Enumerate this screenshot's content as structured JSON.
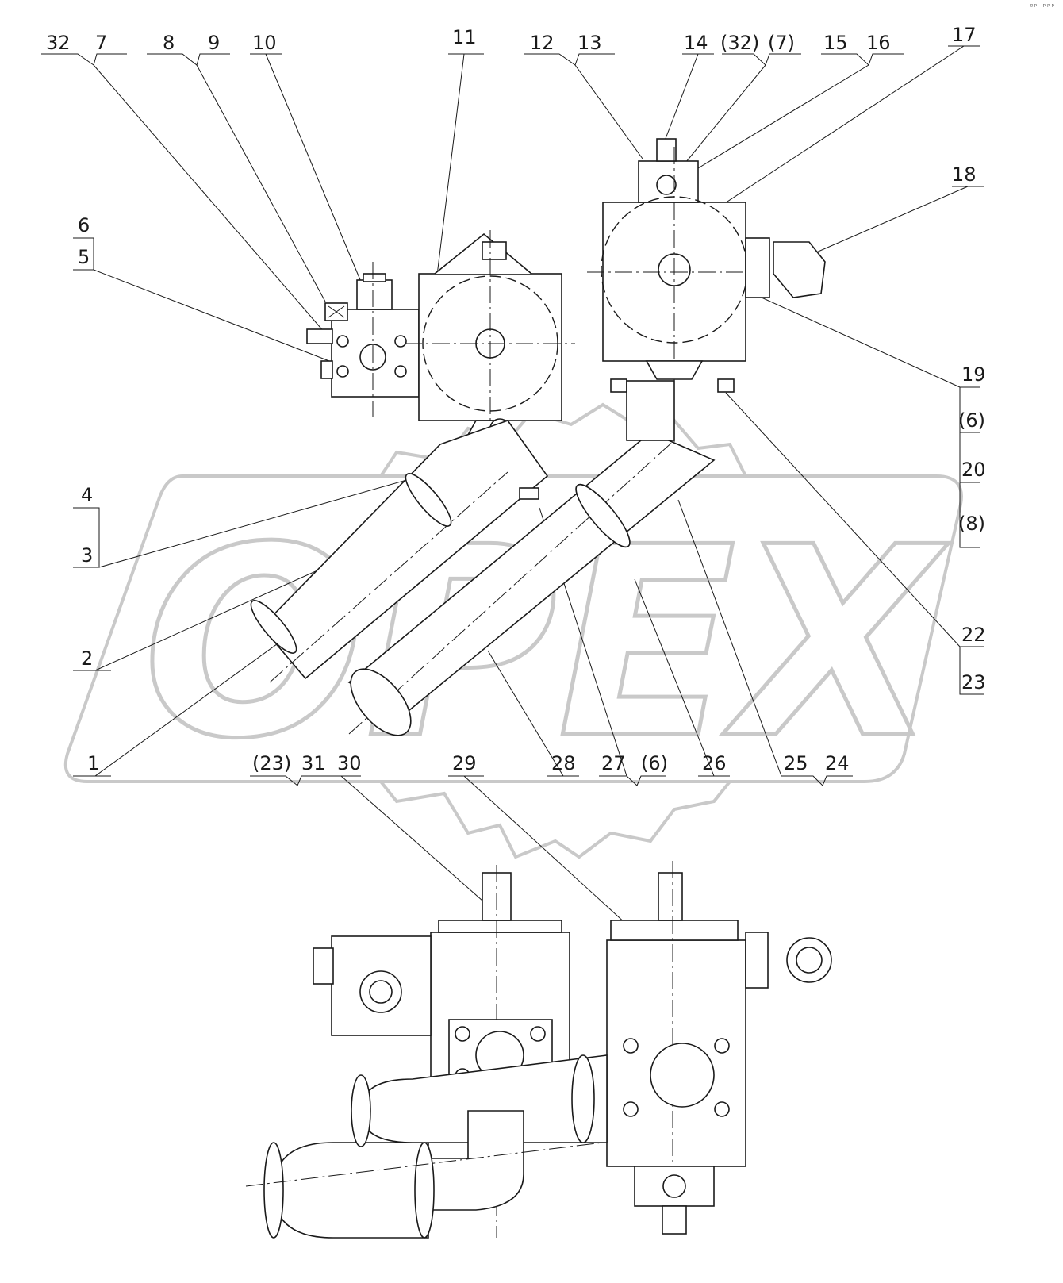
{
  "corner_mark": "ᵍᵖ ᵖᵖᵖ",
  "callouts": [
    {
      "id": "c32a",
      "text": "32"
    },
    {
      "id": "c7a",
      "text": "7"
    },
    {
      "id": "c8a",
      "text": "8"
    },
    {
      "id": "c9a",
      "text": "9"
    },
    {
      "id": "c10",
      "text": "10"
    },
    {
      "id": "c11",
      "text": "11"
    },
    {
      "id": "c12",
      "text": "12"
    },
    {
      "id": "c13",
      "text": "13"
    },
    {
      "id": "c14",
      "text": "14"
    },
    {
      "id": "c32b",
      "text": "(32)"
    },
    {
      "id": "c7b",
      "text": "(7)"
    },
    {
      "id": "c15",
      "text": "15"
    },
    {
      "id": "c16",
      "text": "16"
    },
    {
      "id": "c17",
      "text": "17"
    },
    {
      "id": "c18",
      "text": "18"
    },
    {
      "id": "c6a",
      "text": "6"
    },
    {
      "id": "c5",
      "text": "5"
    },
    {
      "id": "c19",
      "text": "19"
    },
    {
      "id": "c6b",
      "text": "(6)"
    },
    {
      "id": "c20",
      "text": "20"
    },
    {
      "id": "c8b",
      "text": "(8)"
    },
    {
      "id": "c4",
      "text": "4"
    },
    {
      "id": "c3",
      "text": "3"
    },
    {
      "id": "c2",
      "text": "2"
    },
    {
      "id": "c1",
      "text": "1"
    },
    {
      "id": "c22",
      "text": "22"
    },
    {
      "id": "c23",
      "text": "23"
    },
    {
      "id": "c23b",
      "text": "(23)"
    },
    {
      "id": "c31",
      "text": "31"
    },
    {
      "id": "c30",
      "text": "30"
    },
    {
      "id": "c29",
      "text": "29"
    },
    {
      "id": "c28",
      "text": "28"
    },
    {
      "id": "c27",
      "text": "27"
    },
    {
      "id": "c6c",
      "text": "(6)"
    },
    {
      "id": "c26",
      "text": "26"
    },
    {
      "id": "c25",
      "text": "25"
    },
    {
      "id": "c24",
      "text": "24"
    }
  ],
  "watermark": {
    "text": "OPEX",
    "color": "#c9c9c9"
  }
}
